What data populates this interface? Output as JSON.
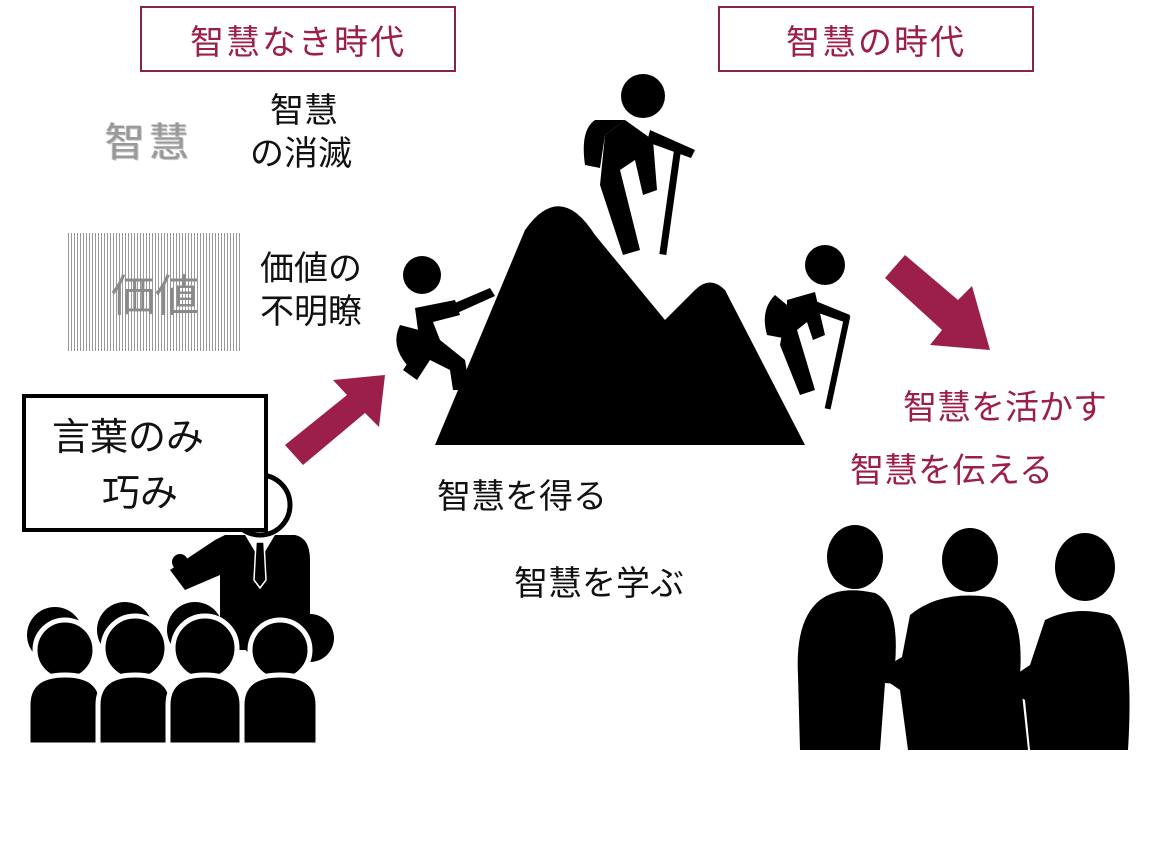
{
  "titles": {
    "left": "智慧なき時代",
    "right": "智慧の時代"
  },
  "left_column": {
    "faded_word_icon": "智慧",
    "wisdom_loss_line1": "智慧",
    "wisdom_loss_line2": "の消滅",
    "value_icon_text": "価値",
    "value_line1": "価値の",
    "value_line2": "不明瞭"
  },
  "speech_board": {
    "line1": "言葉のみ",
    "line2": "巧み"
  },
  "center": {
    "gain": "智慧を得る",
    "learn": "智慧を学ぶ"
  },
  "right_column": {
    "use": "智慧を活かす",
    "convey": "智慧を伝える"
  },
  "colors": {
    "accent": "#9b1f4a",
    "silhouette": "#000000"
  },
  "icons": [
    "speaker-audience-icon",
    "mountain-climbers-icon",
    "people-group-icon",
    "arrow-up-right-icon",
    "arrow-down-right-icon"
  ]
}
